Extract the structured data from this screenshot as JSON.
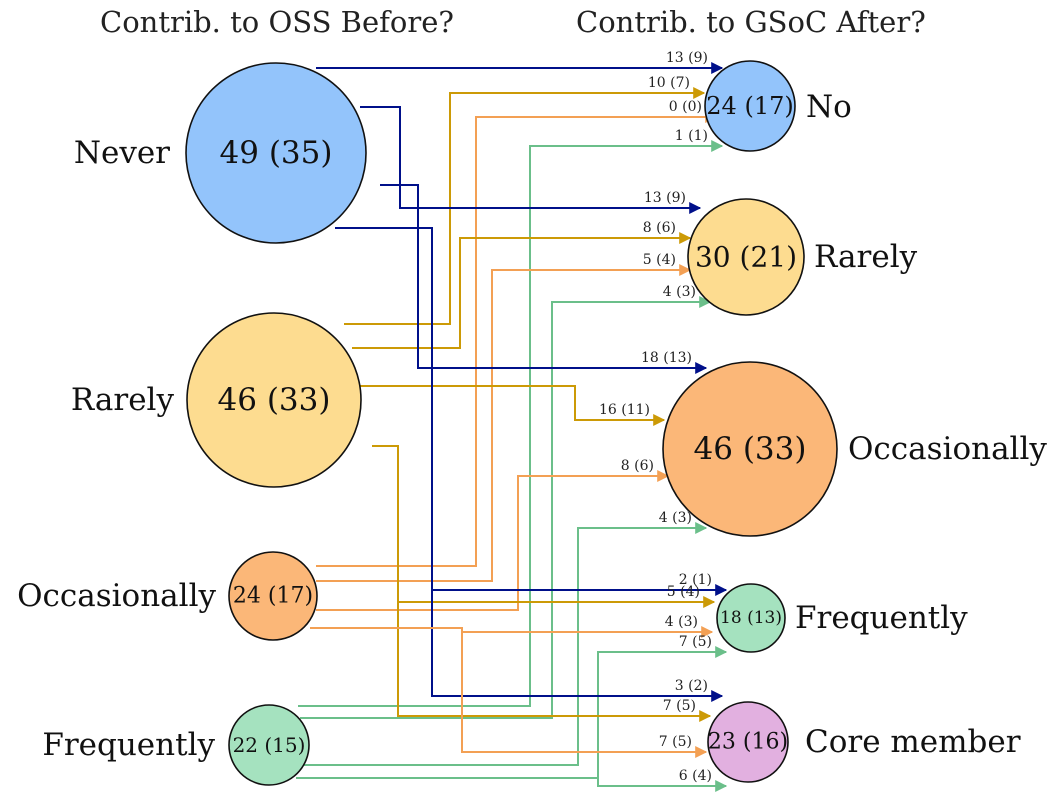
{
  "titles": {
    "before": "Contrib. to OSS Before?",
    "after": "Contrib. to GSoC After?"
  },
  "colors": {
    "never": "#93c4fb",
    "rarely": "#fddc90",
    "occasionally": "#fbb778",
    "frequently": "#a5e2bf",
    "core": "#e2b0e0",
    "flow_never": "#00108a",
    "flow_rarely": "#cc9a06",
    "flow_occasionally": "#f3a054",
    "flow_frequently": "#6bbf8a"
  },
  "left_nodes": [
    {
      "id": "never",
      "label": "Never",
      "value": "49 (35)"
    },
    {
      "id": "rarely",
      "label": "Rarely",
      "value": "46 (33)"
    },
    {
      "id": "occasionally",
      "label": "Occasionally",
      "value": "24 (17)"
    },
    {
      "id": "frequently",
      "label": "Frequently",
      "value": "22 (15)"
    }
  ],
  "right_nodes": [
    {
      "id": "no",
      "label": "No",
      "value": "24 (17)"
    },
    {
      "id": "rarely",
      "label": "Rarely",
      "value": "30 (21)"
    },
    {
      "id": "occasionally",
      "label": "Occasionally",
      "value": "46 (33)"
    },
    {
      "id": "frequently",
      "label": "Frequently",
      "value": "18 (13)"
    },
    {
      "id": "core",
      "label": "Core member",
      "value": "23 (16)"
    }
  ],
  "flows": [
    {
      "from": "never",
      "to": "no",
      "label": "13 (9)"
    },
    {
      "from": "rarely",
      "to": "no",
      "label": "10 (7)"
    },
    {
      "from": "occasionally",
      "to": "no",
      "label": "0 (0)"
    },
    {
      "from": "frequently",
      "to": "no",
      "label": "1 (1)"
    },
    {
      "from": "never",
      "to": "rarely",
      "label": "13 (9)"
    },
    {
      "from": "rarely",
      "to": "rarely",
      "label": "8 (6)"
    },
    {
      "from": "occasionally",
      "to": "rarely",
      "label": "5 (4)"
    },
    {
      "from": "frequently",
      "to": "rarely",
      "label": "4 (3)"
    },
    {
      "from": "never",
      "to": "occasionally",
      "label": "18 (13)"
    },
    {
      "from": "rarely",
      "to": "occasionally",
      "label": "16 (11)"
    },
    {
      "from": "occasionally",
      "to": "occasionally",
      "label": "8 (6)"
    },
    {
      "from": "frequently",
      "to": "occasionally",
      "label": "4 (3)"
    },
    {
      "from": "never",
      "to": "frequently",
      "label": "2 (1)"
    },
    {
      "from": "rarely",
      "to": "frequently",
      "label": "5 (4)"
    },
    {
      "from": "occasionally",
      "to": "frequently",
      "label": "4 (3)"
    },
    {
      "from": "frequently",
      "to": "frequently",
      "label": "7 (5)"
    },
    {
      "from": "never",
      "to": "core",
      "label": "3 (2)"
    },
    {
      "from": "rarely",
      "to": "core",
      "label": "7 (5)"
    },
    {
      "from": "occasionally",
      "to": "core",
      "label": "7 (5)"
    },
    {
      "from": "frequently",
      "to": "core",
      "label": "6 (4)"
    }
  ]
}
